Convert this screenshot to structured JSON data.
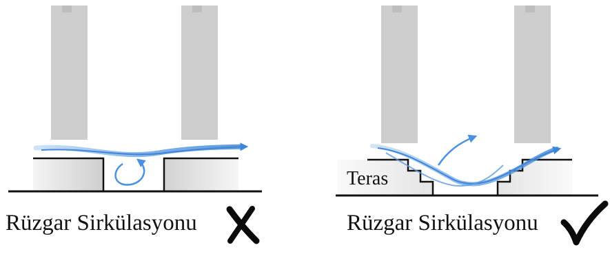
{
  "panels": {
    "left": {
      "caption": "Rüzgar Sirkülasyonu",
      "verdict_icon": "cross-mark-icon"
    },
    "right": {
      "caption": "Rüzgar Sirkülasyonu",
      "verdict_icon": "check-mark-icon",
      "terrace_label": "Teras"
    }
  },
  "colors": {
    "building": "#cfcfcf",
    "building_shadow": "#bdbdbd",
    "ground_line": "#111111",
    "wind_arrow": "#4a90e2",
    "wind_arrow_light": "#a8cdf2",
    "mark": "#0a0a0a"
  }
}
